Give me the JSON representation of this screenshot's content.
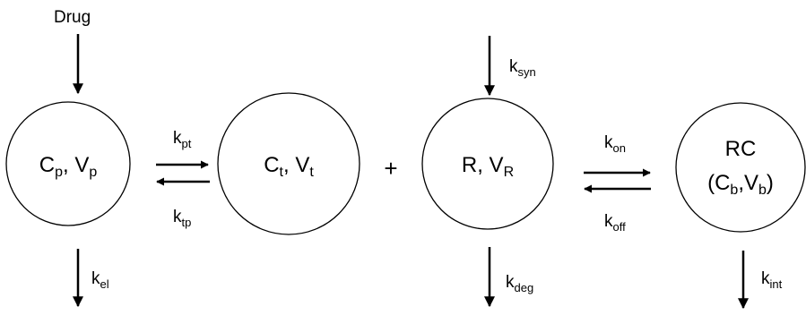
{
  "input_label": "Drug",
  "compartments": {
    "plasma": {
      "main": "C",
      "sub1": "p",
      "sep": ", V",
      "sub2": "p"
    },
    "tissue": {
      "main": "C",
      "sub1": "t",
      "sep": ", V",
      "sub2": "t"
    },
    "receptor": {
      "main": "R, V",
      "sub": "R"
    },
    "complex": {
      "line1": "RC",
      "open": "(C",
      "sub1": "b",
      "sep": ",V",
      "sub2": "b",
      "close": ")"
    }
  },
  "plus_sign": "+",
  "rates": {
    "k_pt": {
      "k": "k",
      "sub": "pt"
    },
    "k_tp": {
      "k": "k",
      "sub": "tp"
    },
    "k_el": {
      "k": "k",
      "sub": "el"
    },
    "k_syn": {
      "k": "k",
      "sub": "syn"
    },
    "k_on": {
      "k": "k",
      "sub": "on"
    },
    "k_off": {
      "k": "k",
      "sub": "off"
    },
    "k_deg": {
      "k": "k",
      "sub": "deg"
    },
    "k_int": {
      "k": "k",
      "sub": "int"
    }
  }
}
